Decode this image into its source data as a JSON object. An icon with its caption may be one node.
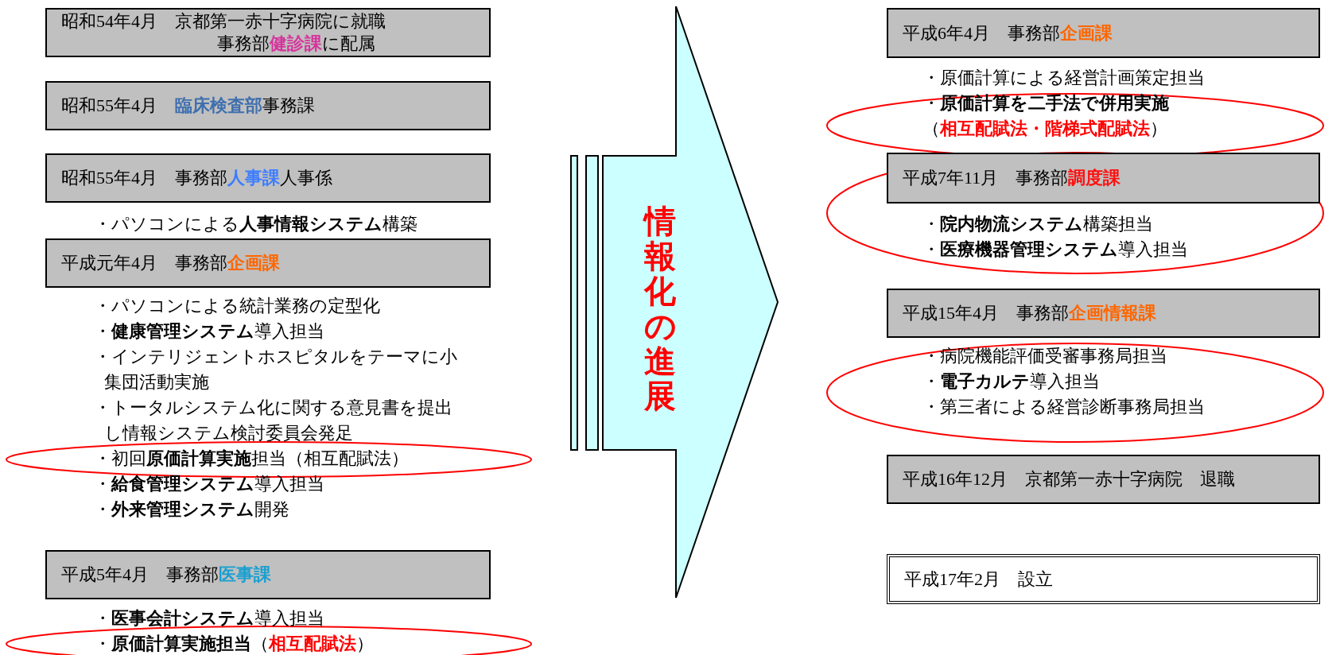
{
  "diagram": {
    "nodes": [
      {
        "text": [
          "昭和54年4月　京都第一赤十字病院に就職",
          "事務部**健診課**に配属"
        ]
      },
      {
        "text": [
          "昭和55年4月　**臨床検査部**事務課"
        ]
      },
      {
        "text": [
          "昭和55年4月　事務部**人事課**人事係"
        ],
        "beside": [
          "・パソコンによる**人事情報システム**構築"
        ]
      },
      {
        "text": [
          "平成元年4月　事務部**企画課**"
        ],
        "beside": [
          "・パソコンによる統計業務の定型化",
          "・**健康管理システム**導入担当",
          "・インテリジェントホスピタルをテーマに小集団活動実施",
          "・トータルシステム化に関する意見書を提出し情報システム検討委員会発足",
          "・初回**原価計算実施**担当（相互配賦法）",
          "・**給食管理システム**導入担当",
          "・**外来管理システム**開発"
        ]
      },
      {
        "text": [
          "平成5年4月　事務部**医事課**"
        ],
        "beside": [
          "・**医事会計システム**導入担当",
          "・**原価計算実施担当**（**相互配賦法**）"
        ]
      },
      {
        "text": [
          "情報化の進展"
        ]
      },
      {
        "text": [
          "平成6年4月　事務部**企画課**"
        ],
        "beside": [
          "・原価計算による経営計画策定担当",
          "・**原価計算を二手法で併用実施**",
          "（**相互配賦法・階梯式配賦法**）"
        ]
      },
      {
        "text": [
          "平成7年11月　事務部**調度課**"
        ],
        "beside": [
          "・**院内物流システム**構築担当",
          "・**医療機器管理システム**導入担当"
        ]
      },
      {
        "text": [
          "平成15年4月　事務部**企画情報課**"
        ],
        "beside": [
          "・病院機能評価受審事務局担当",
          "・**電子カルテ**導入担当",
          "・第三者による経営診断事務局担当"
        ]
      },
      {
        "text": [
          "平成16年12月　京都第一赤十字病院　退職"
        ]
      },
      {
        "text": [
          "平成17年2月　設立"
        ]
      }
    ]
  }
}
